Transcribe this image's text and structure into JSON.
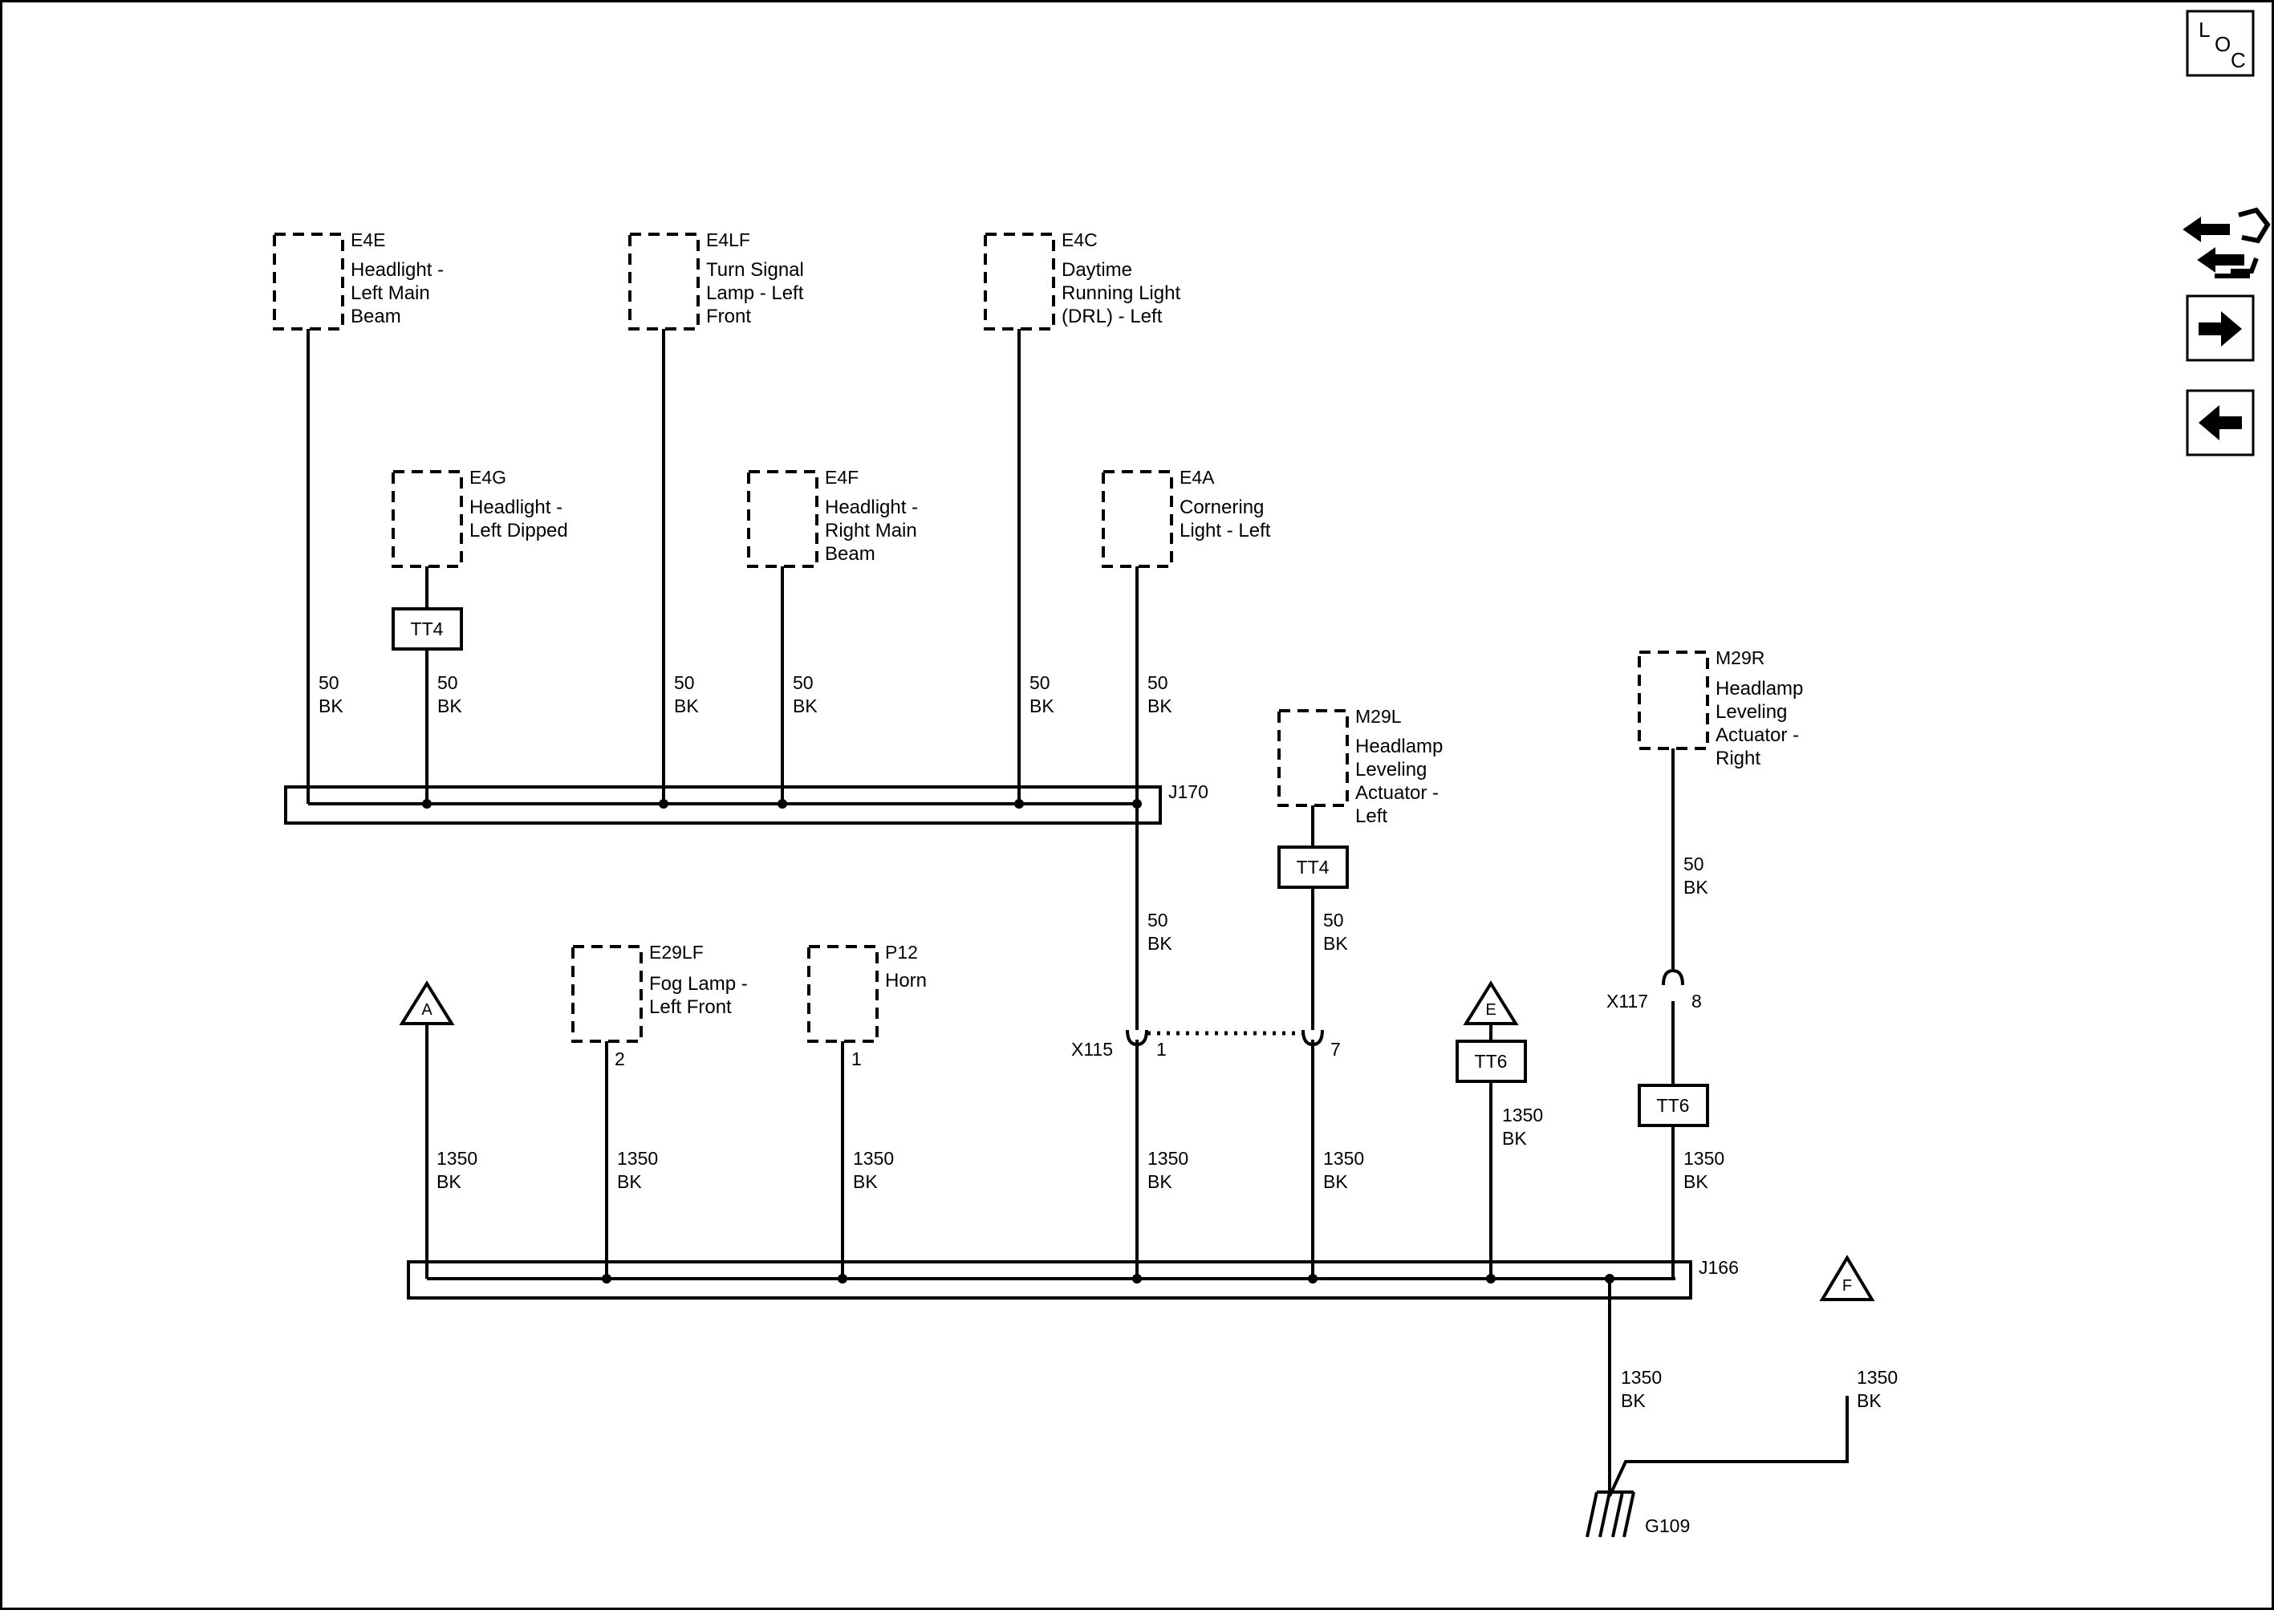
{
  "components": {
    "e4e": {
      "id": "E4E",
      "name": [
        "Headlight -",
        "Left Main",
        "Beam"
      ]
    },
    "e4lf": {
      "id": "E4LF",
      "name": [
        "Turn Signal",
        "Lamp - Left",
        "Front"
      ]
    },
    "e4c": {
      "id": "E4C",
      "name": [
        "Daytime",
        "Running Light",
        "(DRL) - Left"
      ]
    },
    "e4g": {
      "id": "E4G",
      "name": [
        "Headlight -",
        "Left Dipped"
      ]
    },
    "e4f": {
      "id": "E4F",
      "name": [
        "Headlight -",
        "Right Main",
        "Beam"
      ]
    },
    "e4a": {
      "id": "E4A",
      "name": [
        "Cornering",
        "Light - Left"
      ]
    },
    "m29l": {
      "id": "M29L",
      "name": [
        "Headlamp",
        "Leveling",
        "Actuator -",
        "Left"
      ]
    },
    "m29r": {
      "id": "M29R",
      "name": [
        "Headlamp",
        "Leveling",
        "Actuator -",
        "Right"
      ]
    },
    "e29lf": {
      "id": "E29LF",
      "name": [
        "Fog Lamp -",
        "Left Front"
      ]
    },
    "p12": {
      "id": "P12",
      "name": [
        "Horn"
      ]
    }
  },
  "wires": {
    "w_e4e": {
      "gauge": "50",
      "color": "BK"
    },
    "w_e4g": {
      "gauge": "50",
      "color": "BK"
    },
    "w_e4lf": {
      "gauge": "50",
      "color": "BK"
    },
    "w_e4f": {
      "gauge": "50",
      "color": "BK"
    },
    "w_e4c": {
      "gauge": "50",
      "color": "BK"
    },
    "w_e4a": {
      "gauge": "50",
      "color": "BK"
    },
    "w_j170_x115": {
      "gauge": "50",
      "color": "BK"
    },
    "w_m29l": {
      "gauge": "50",
      "color": "BK"
    },
    "w_m29r": {
      "gauge": "50",
      "color": "BK"
    },
    "w_a": {
      "gauge": "1350",
      "color": "BK"
    },
    "w_e29lf": {
      "gauge": "1350",
      "color": "BK"
    },
    "w_p12": {
      "gauge": "1350",
      "color": "BK"
    },
    "w_x115_1": {
      "gauge": "1350",
      "color": "BK"
    },
    "w_x115_7": {
      "gauge": "1350",
      "color": "BK"
    },
    "w_e": {
      "gauge": "1350",
      "color": "BK"
    },
    "w_x117": {
      "gauge": "1350",
      "color": "BK"
    },
    "w_g109": {
      "gauge": "1350",
      "color": "BK"
    },
    "w_f": {
      "gauge": "1350",
      "color": "BK"
    }
  },
  "splices": {
    "j170": "J170",
    "j166": "J166"
  },
  "connectors": {
    "x115": "X115",
    "x115_p1": "1",
    "x115_p7": "7",
    "x117": "X117",
    "x117_p8": "8"
  },
  "pins": {
    "e29lf": "2",
    "p12": "1"
  },
  "twisted_pairs": {
    "tt4a": "TT4",
    "tt4b": "TT4",
    "tt6a": "TT6",
    "tt6b": "TT6"
  },
  "offpage": {
    "a": "A",
    "e": "E",
    "f": "F"
  },
  "ground": "G109",
  "nav": {
    "loc_l": "L",
    "loc_o": "O",
    "loc_c": "C"
  }
}
